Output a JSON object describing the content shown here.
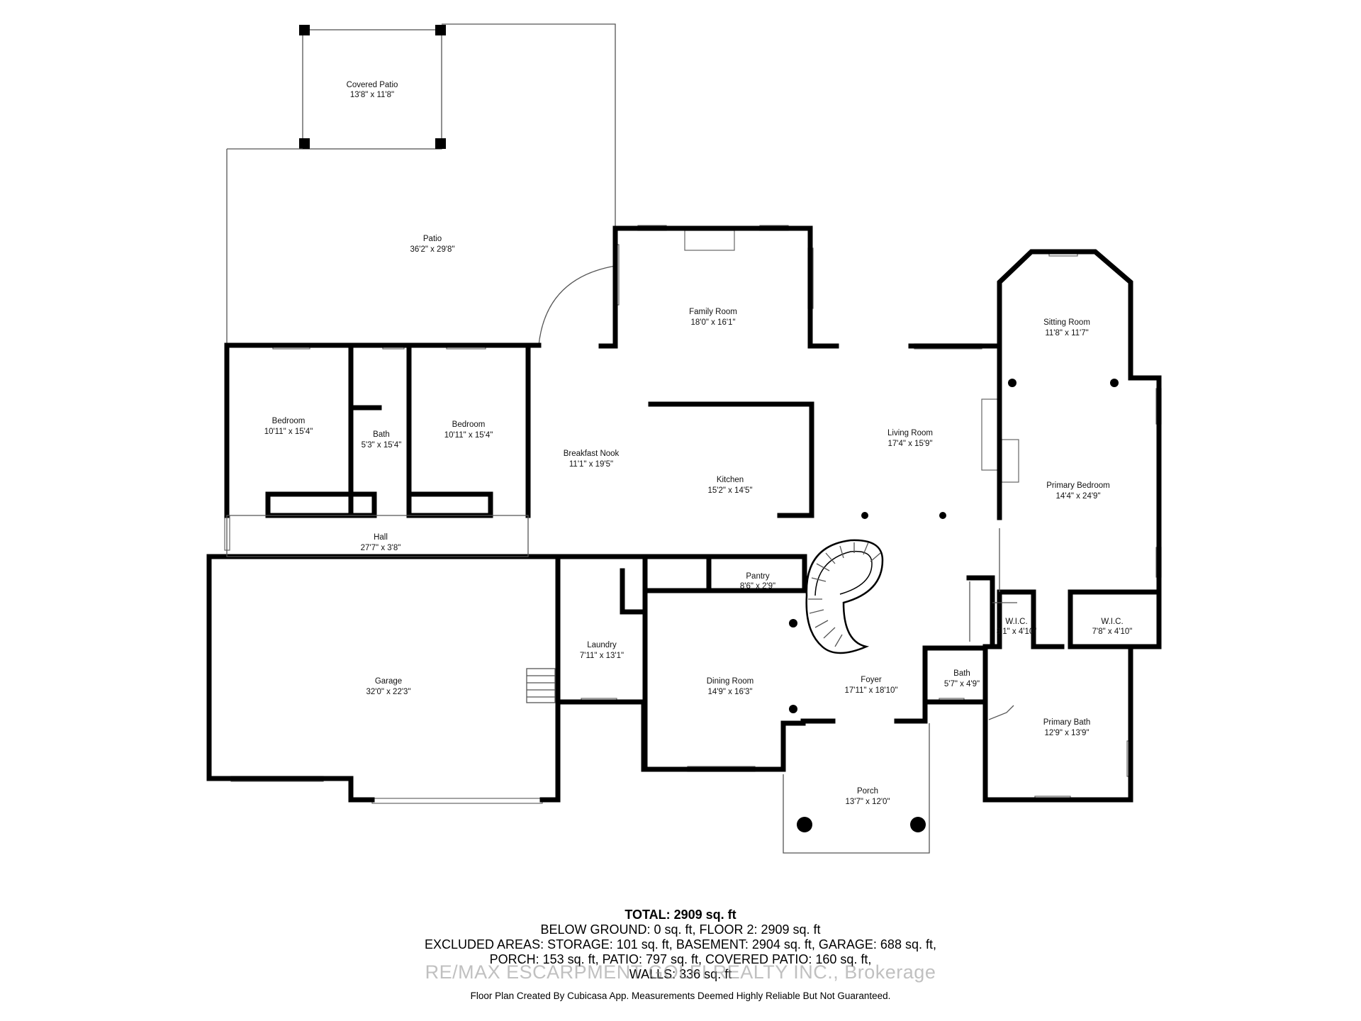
{
  "rooms": {
    "covered_patio": {
      "name": "Covered Patio",
      "dim": "13'8\" x 11'8\""
    },
    "patio": {
      "name": "Patio",
      "dim": "36'2\" x 29'8\""
    },
    "family_room": {
      "name": "Family Room",
      "dim": "18'0\" x 16'1\""
    },
    "sitting_room": {
      "name": "Sitting Room",
      "dim": "11'8\" x 11'7\""
    },
    "bedroom_1": {
      "name": "Bedroom",
      "dim": "10'11\" x 15'4\""
    },
    "bath_1": {
      "name": "Bath",
      "dim": "5'3\" x 15'4\""
    },
    "bedroom_2": {
      "name": "Bedroom",
      "dim": "10'11\" x 15'4\""
    },
    "breakfast_nook": {
      "name": "Breakfast Nook",
      "dim": "11'1\" x 19'5\""
    },
    "kitchen": {
      "name": "Kitchen",
      "dim": "15'2\" x 14'5\""
    },
    "living_room": {
      "name": "Living Room",
      "dim": "17'4\" x 15'9\""
    },
    "primary_bedroom": {
      "name": "Primary Bedroom",
      "dim": "14'4\" x 24'9\""
    },
    "hall": {
      "name": "Hall",
      "dim": "27'7\" x 3'8\""
    },
    "pantry": {
      "name": "Pantry",
      "dim": "8'6\" x 2'9\""
    },
    "wic_1": {
      "name": "W.I.C.",
      "dim": "3'1\" x 4'10\""
    },
    "wic_2": {
      "name": "W.I.C.",
      "dim": "7'8\" x 4'10\""
    },
    "laundry": {
      "name": "Laundry",
      "dim": "7'11\" x 13'1\""
    },
    "garage": {
      "name": "Garage",
      "dim": "32'0\" x 22'3\""
    },
    "dining_room": {
      "name": "Dining Room",
      "dim": "14'9\" x 16'3\""
    },
    "foyer": {
      "name": "Foyer",
      "dim": "17'11\" x 18'10\""
    },
    "bath_2": {
      "name": "Bath",
      "dim": "5'7\" x 4'9\""
    },
    "primary_bath": {
      "name": "Primary Bath",
      "dim": "12'9\" x 13'9\""
    },
    "porch": {
      "name": "Porch",
      "dim": "13'7\" x 12'0\""
    }
  },
  "summary": {
    "total_label": "TOTAL: 2909 sq. ft",
    "line1": "BELOW GROUND: 0 sq. ft, FLOOR 2: 2909 sq. ft",
    "line2": "EXCLUDED AREAS: STORAGE: 101 sq. ft, BASEMENT: 2904 sq. ft, GARAGE: 688 sq. ft,",
    "line3": "PORCH: 153 sq. ft, PATIO: 797 sq. ft, COVERED PATIO: 160 sq. ft,",
    "line4": "WALLS: 336 sq. ft"
  },
  "brokerage": "RE/MAX ESCARPMENT GOLFI REALTY INC., Brokerage",
  "disclaimer": "Floor Plan Created By Cubicasa App. Measurements Deemed Highly Reliable But Not Guaranteed."
}
